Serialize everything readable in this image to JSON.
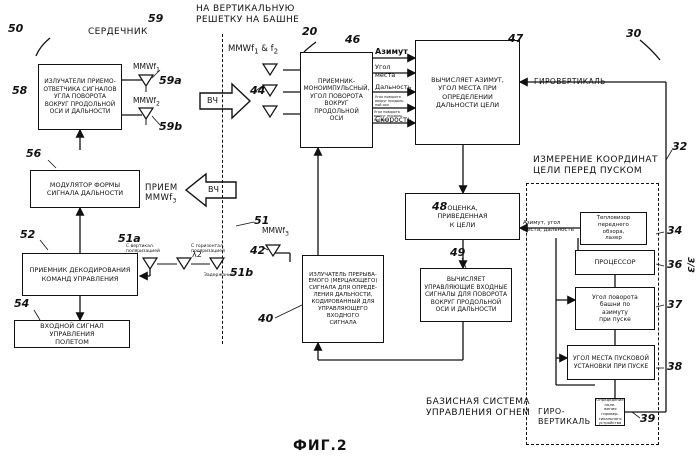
{
  "headers": {
    "core": "СЕРДЕЧНИК",
    "tower": "НА ВЕРТИКАЛЬНУЮ\nРЕШЕТКУ НА БАШНЕ",
    "measure": "ИЗМЕРЕНИЕ КООРДИНАТ\nЦЕЛИ ПЕРЕД ПУСКОМ",
    "base": "БАЗИСНАЯ СИСТЕМА\nУПРАВЛЕНИЯ ОГНЕМ",
    "gyro_top": "ГИРОВЕРТИКАЛЬ",
    "gyro_bottom": "ГИРО-\nВЕРТИКАЛЬ",
    "receive": "ПРИЕМ\nMMWf",
    "receive_sub": "3"
  },
  "numbers": {
    "n50": "50",
    "n59": "59",
    "n58": "58",
    "n59a": "59a",
    "n59b": "59b",
    "n56": "56",
    "n52": "52",
    "n51a": "51a",
    "n51b": "51b",
    "n51": "51",
    "n54": "54",
    "n20": "20",
    "n46": "46",
    "n47": "47",
    "n44": "44",
    "n42": "42",
    "n40": "40",
    "n48": "48",
    "n49": "49",
    "n30": "30",
    "n32": "32",
    "n34": "34",
    "n36": "36",
    "n37": "37",
    "n38": "38",
    "n39": "39",
    "n33": "3/3"
  },
  "antennas": {
    "mmwf1": "MMWf",
    "mmwf1_sub": "1",
    "mmwf2": "MMWf",
    "mmwf2_sub": "2",
    "mmwf12": "MMWf",
    "mmwf12_sub": "1",
    "amp": "& f",
    "amp_sub": "2",
    "mmwf3": "MMWf",
    "mmwf3_sub": "3",
    "lambda2": "λ2"
  },
  "pol": {
    "vert": "С вертикал.\nполяризацией",
    "horiz": "С горизонтал.\nполяризацией",
    "delay": "Задержание"
  },
  "arrows": {
    "hf1": "ВЧ",
    "hf2": "ВЧ"
  },
  "boxes": {
    "b58": "ИЗЛУЧАТЕЛИ ПРИЕМО-\nОТВЕТЧИКА СИГНАЛОВ\nУГЛА ПОВОРОТА\nВОКРУГ ПРОДОЛЬНОЙ\nОСИ И ДАЛЬНОСТИ",
    "b56": "МОДУЛЯТОР ФОРМЫ\nСИГНАЛА ДАЛЬНОСТИ",
    "b52": "ПРИЕМНИК ДЕКОДИРОВАНИЯ\nКОМАНД УПРАВЛЕНИЯ",
    "b54": "ВХОДНОЙ СИГНАЛ УПРАВЛЕНИЯ\nПОЛЕТОМ",
    "b46": "ПРИЕМНИК-\nМОНОИМПУЛЬСНЫЙ,\nУГОЛ ПОВОРОТА\nВОКРУГ\nПРОДОЛЬНОЙ\nОСИ",
    "b47": "ВЫЧИСЛЯЕТ АЗИМУТ,\nУГОЛ МЕСТА ПРИ\nОПРЕДЕЛЕНИИ\nДАЛЬНОСТИ ЦЕЛИ",
    "b40": "ИЗЛУЧАТЕЛЬ ПРЕРЫВА-\nЕМОГО (МЕРЦАЮЩЕГО)\nСИГНАЛА ДЛЯ ОПРЕДЕ-\nЛЕНИЯ ДАЛЬНОСТИ,\nКОДИРОВАННЫЙ ДЛЯ\nУПРАВЛЯЮЩЕГО ВХОДНОГО\nСИГНАЛА",
    "b48": "ОЦЕНКА,\nПРИВЕДЕННАЯ\nК ЦЕЛИ",
    "b49": "ВЫЧИСЛЯЕТ\nУПРАВЛЯЮЩИЕ ВХОДНЫЕ\nСИГНАЛЫ ДЛЯ ПОВОРОТА\nВОКРУГ ПРОДОЛЬНОЙ\nОСИ И ДАЛЬНОСТИ",
    "b34": "Тепловизор\nпереднего\nобзора,\nлазер",
    "b36": "ПРОЦЕССОР",
    "b37": "Угол поворота\nбашни по\nазимуту\nпри пуске",
    "b38": "УГОЛ МЕСТА ПУСКОВОЙ\nУСТАНОВКИ ПРИ ПУСКЕ",
    "b39": "Опредедение поле-\nжения гировер-\nтикального\nустройства"
  },
  "bus": {
    "azimuth": "Азимут",
    "elev": "Угол\nместа",
    "range": "Дальность",
    "small": "Угол поворота\nвокруг продоль-\nной оси",
    "small2": "Угол поворота\nвокруг продоль-\nной оси",
    "speed": "Скорость",
    "azimuth2": "Азимут, угол\nместа, дальность"
  },
  "figure": "ФИГ.2"
}
